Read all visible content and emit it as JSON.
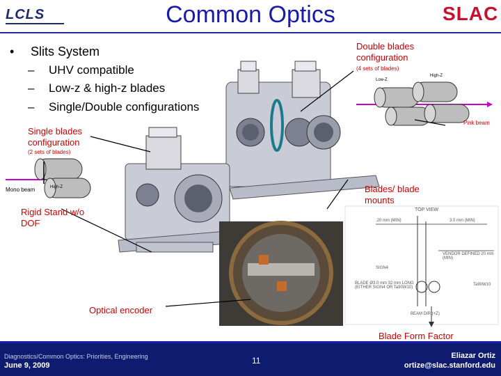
{
  "header": {
    "title": "Common Optics",
    "left_logo": "LCLS",
    "right_logo": "SLAC"
  },
  "bullets": {
    "main": "Slits System",
    "subs": [
      "UHV compatible",
      "Low-z & high-z blades",
      "Single/Double configurations"
    ],
    "dash": "–",
    "bullet_char": "•"
  },
  "labels": {
    "double_blades": "Double blades configuration",
    "double_blades_sets": "(4 sets of blades)",
    "low_z_top": "Low-Z",
    "high_z_top": "High-Z",
    "pink_beam": "Pink beam",
    "single_blades": "Single blades configuration",
    "single_blades_sets": "(2 sets of blades)",
    "mono_beam": "Mono beam",
    "high_z_left": "High-Z",
    "blades_mounts": "Blades/ blade mounts",
    "rigid_stand": "Rigid Stand w/o DOF",
    "optical_encoder": "Optical encoder",
    "blade_form_factor": "Blade Form Factor"
  },
  "drawing_labels": {
    "top_view": "TOP VIEW",
    "dim_left": ".20 mm (MIN)",
    "dim_right": "3.0 mm (MIN)",
    "vendor": "VENDOR DEFINED 20 mm (MIN)",
    "sign4": "SIGN4",
    "blade_spec": "BLADE Ø3.0 mm 32 mm LONG (EITHER SIGN4 OR Ta90W10)",
    "ta": "Ta90W10",
    "beam_dir": "BEAM DIR (+Z)"
  },
  "footer": {
    "left_line1": "Diagnostics/Common Optics: Priorities, Engineering",
    "left_line2": "June 9, 2009",
    "page_number": "11",
    "author": "Eliazar Ortiz",
    "email": "ortize@slac.stanford.edu"
  },
  "colors": {
    "title_blue": "#1a1aa8",
    "label_red": "#cc0000",
    "footer_navy": "#0e1b6e",
    "beam_magenta": "#cc00cc"
  }
}
